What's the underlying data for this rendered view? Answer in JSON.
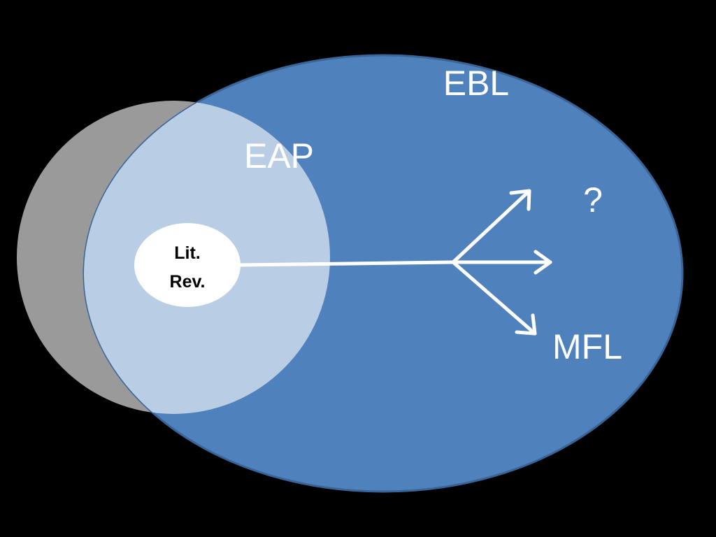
{
  "labels": {
    "outer": "EBL",
    "inner": "EAP",
    "question": "?",
    "target": "MFL",
    "core_line1": "Lit.",
    "core_line2": "Rev."
  },
  "colors": {
    "background": "#000000",
    "outer_fill": "#4f81bd",
    "outer_stroke": "#3a6496",
    "gray_fill": "#9a9a9a",
    "overlap_fill": "#b9cde4",
    "core_fill": "#ffffff",
    "arrow": "#ffffff",
    "text_light": "#ffffff",
    "text_dark": "#000000"
  }
}
